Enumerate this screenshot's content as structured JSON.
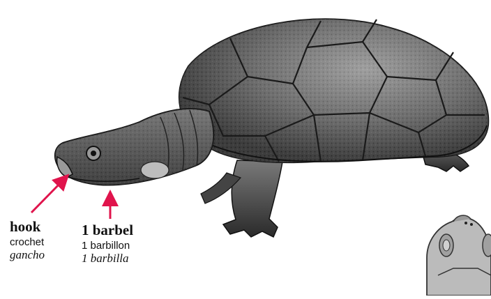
{
  "labels": {
    "hook": {
      "en": "hook",
      "fr": "crochet",
      "es": "gancho"
    },
    "barbel": {
      "en": "1 barbel",
      "fr": "1 barbillon",
      "es": "1 barbilla"
    }
  },
  "colors": {
    "arrow": "#e0144c",
    "shell": "#6a6a6a",
    "skin": "#555555",
    "inset_shell": "#b8b8b8"
  },
  "icons": {
    "main": "turtle-illustration",
    "inset": "turtle-plastron-inset"
  }
}
